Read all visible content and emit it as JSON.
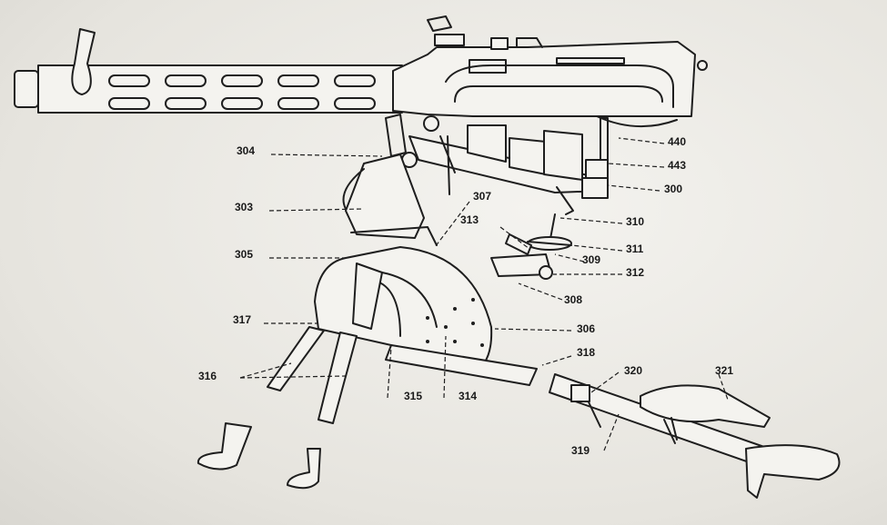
{
  "figure": {
    "callouts": [
      {
        "id": "c304",
        "text": "304"
      },
      {
        "id": "c303",
        "text": "303"
      },
      {
        "id": "c305",
        "text": "305"
      },
      {
        "id": "c317",
        "text": "317"
      },
      {
        "id": "c316",
        "text": "316"
      },
      {
        "id": "c315",
        "text": "315"
      },
      {
        "id": "c314",
        "text": "314"
      },
      {
        "id": "c307",
        "text": "307"
      },
      {
        "id": "c313",
        "text": "313"
      },
      {
        "id": "c309",
        "text": "309"
      },
      {
        "id": "c308",
        "text": "308"
      },
      {
        "id": "c306",
        "text": "306"
      },
      {
        "id": "c318",
        "text": "318"
      },
      {
        "id": "c440",
        "text": "440"
      },
      {
        "id": "c443",
        "text": "443"
      },
      {
        "id": "c300",
        "text": "300"
      },
      {
        "id": "c310",
        "text": "310"
      },
      {
        "id": "c311",
        "text": "311"
      },
      {
        "id": "c312",
        "text": "312"
      },
      {
        "id": "c320",
        "text": "320"
      },
      {
        "id": "c321",
        "text": "321"
      },
      {
        "id": "c319",
        "text": "319"
      }
    ]
  }
}
